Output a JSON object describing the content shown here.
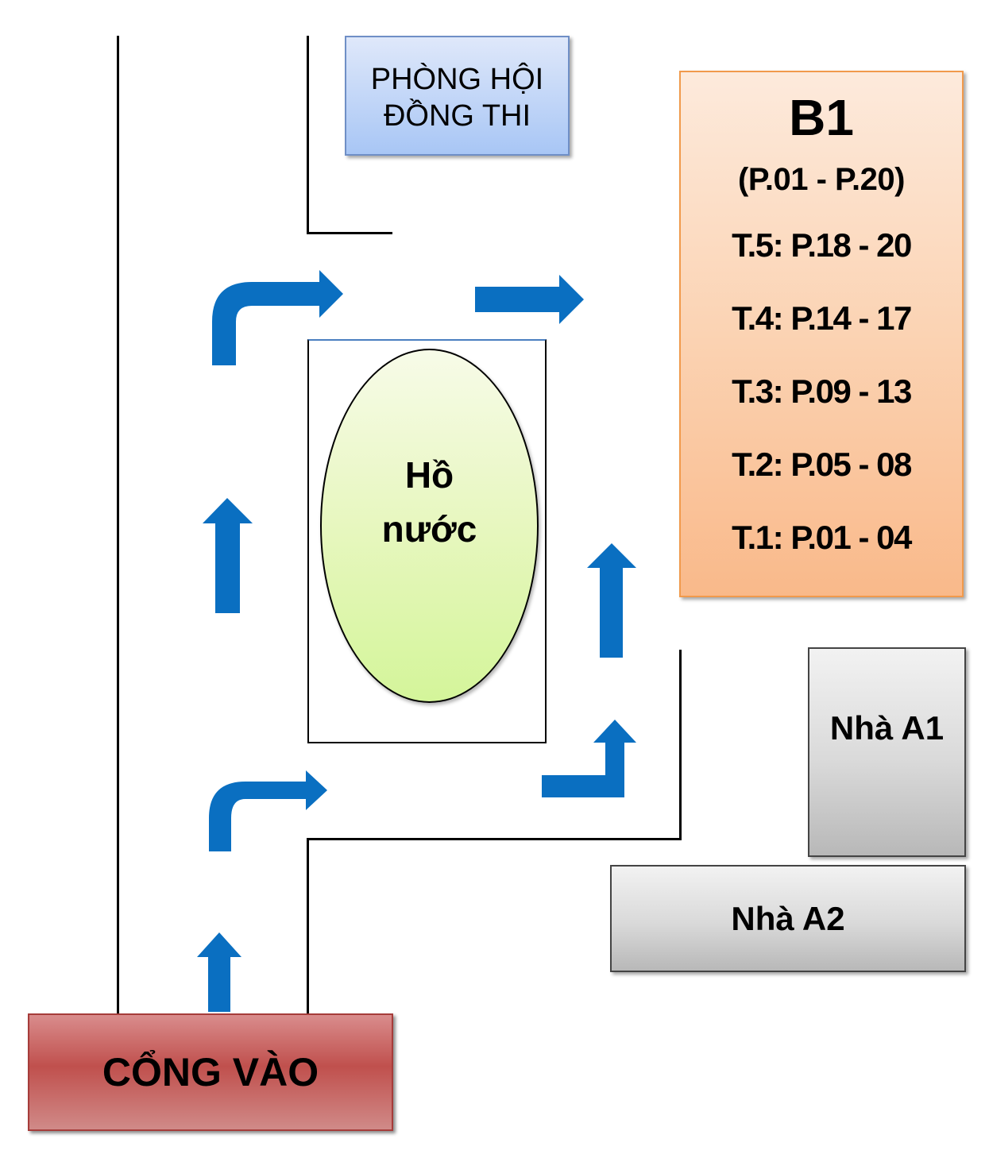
{
  "council_room": {
    "line1": "PHÒNG HỘI",
    "line2": "ĐỒNG THI"
  },
  "building_b1": {
    "title": "B1",
    "range": "(P.01 - P.20)",
    "floors": [
      "T.5: P.18 - 20",
      "T.4: P.14 - 17",
      "T.3: P.09 - 13",
      "T.2: P.05 - 08",
      "T.1: P.01 - 04"
    ]
  },
  "pond": {
    "line1": "Hồ",
    "line2": "nước"
  },
  "building_a1": "Nhà A1",
  "building_a2": "Nhà A2",
  "gate": "CỔNG VÀO",
  "colors": {
    "arrow": "#0a6fc1",
    "gate": "#c0504d",
    "b1": "#fbd3b3",
    "council": "#a8c6f5",
    "pond": "#d4f59a"
  }
}
